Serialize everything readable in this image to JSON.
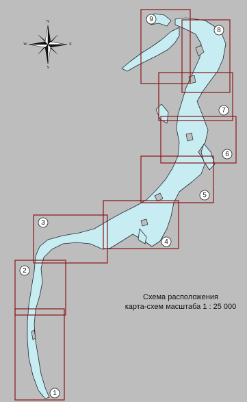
{
  "compass": {
    "north": "N",
    "south": "S",
    "east": "E",
    "west": "W"
  },
  "sheets": [
    {
      "label": "1"
    },
    {
      "label": "2"
    },
    {
      "label": "3"
    },
    {
      "label": "4"
    },
    {
      "label": "5"
    },
    {
      "label": "6"
    },
    {
      "label": "7"
    },
    {
      "label": "8"
    },
    {
      "label": "9"
    }
  ],
  "caption": {
    "line1": "Схема расположения",
    "line2": "карта-схем масштаба 1 : 25 000"
  },
  "colors": {
    "land": "#bdbdbd",
    "water": "#c7ecf2",
    "sheet_frame": "#8b1414",
    "shoreline": "#1f2a33"
  }
}
